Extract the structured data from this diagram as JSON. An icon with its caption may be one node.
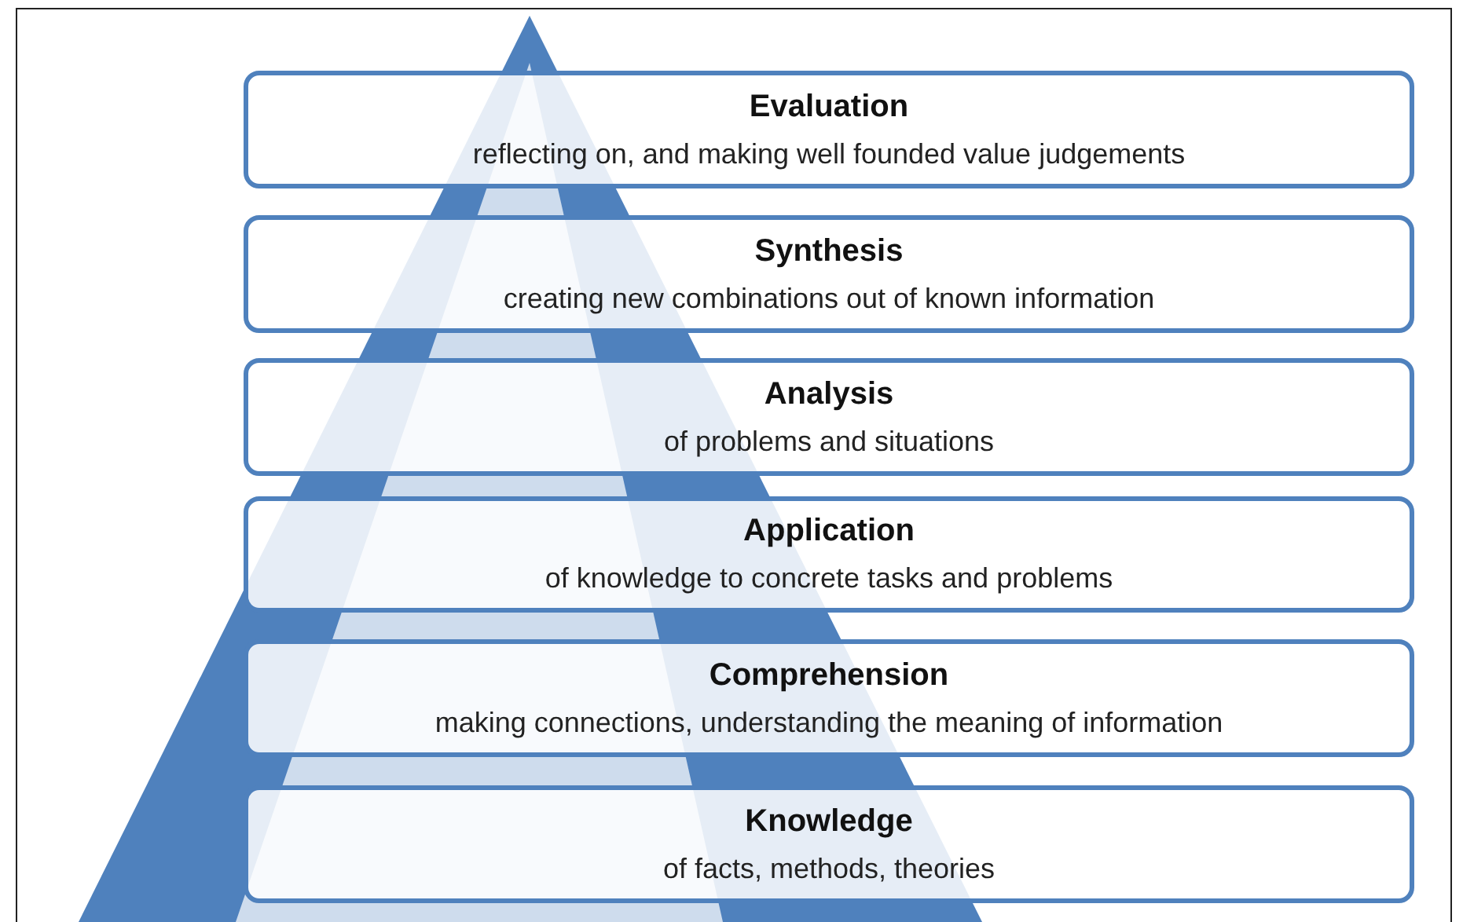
{
  "diagram": {
    "nodes": [
      {
        "text": [
          "Evaluation",
          "reflecting on, and making well founded value judgements"
        ]
      },
      {
        "text": [
          "Synthesis",
          "creating new combinations out of known information"
        ]
      },
      {
        "text": [
          "Analysis",
          "of problems and situations"
        ]
      },
      {
        "text": [
          "Application",
          "of knowledge to concrete tasks and problems"
        ]
      },
      {
        "text": [
          "Comprehension",
          "making connections, understanding the meaning of information"
        ]
      },
      {
        "text": [
          "Knowledge",
          "of facts, methods, theories"
        ]
      }
    ]
  }
}
